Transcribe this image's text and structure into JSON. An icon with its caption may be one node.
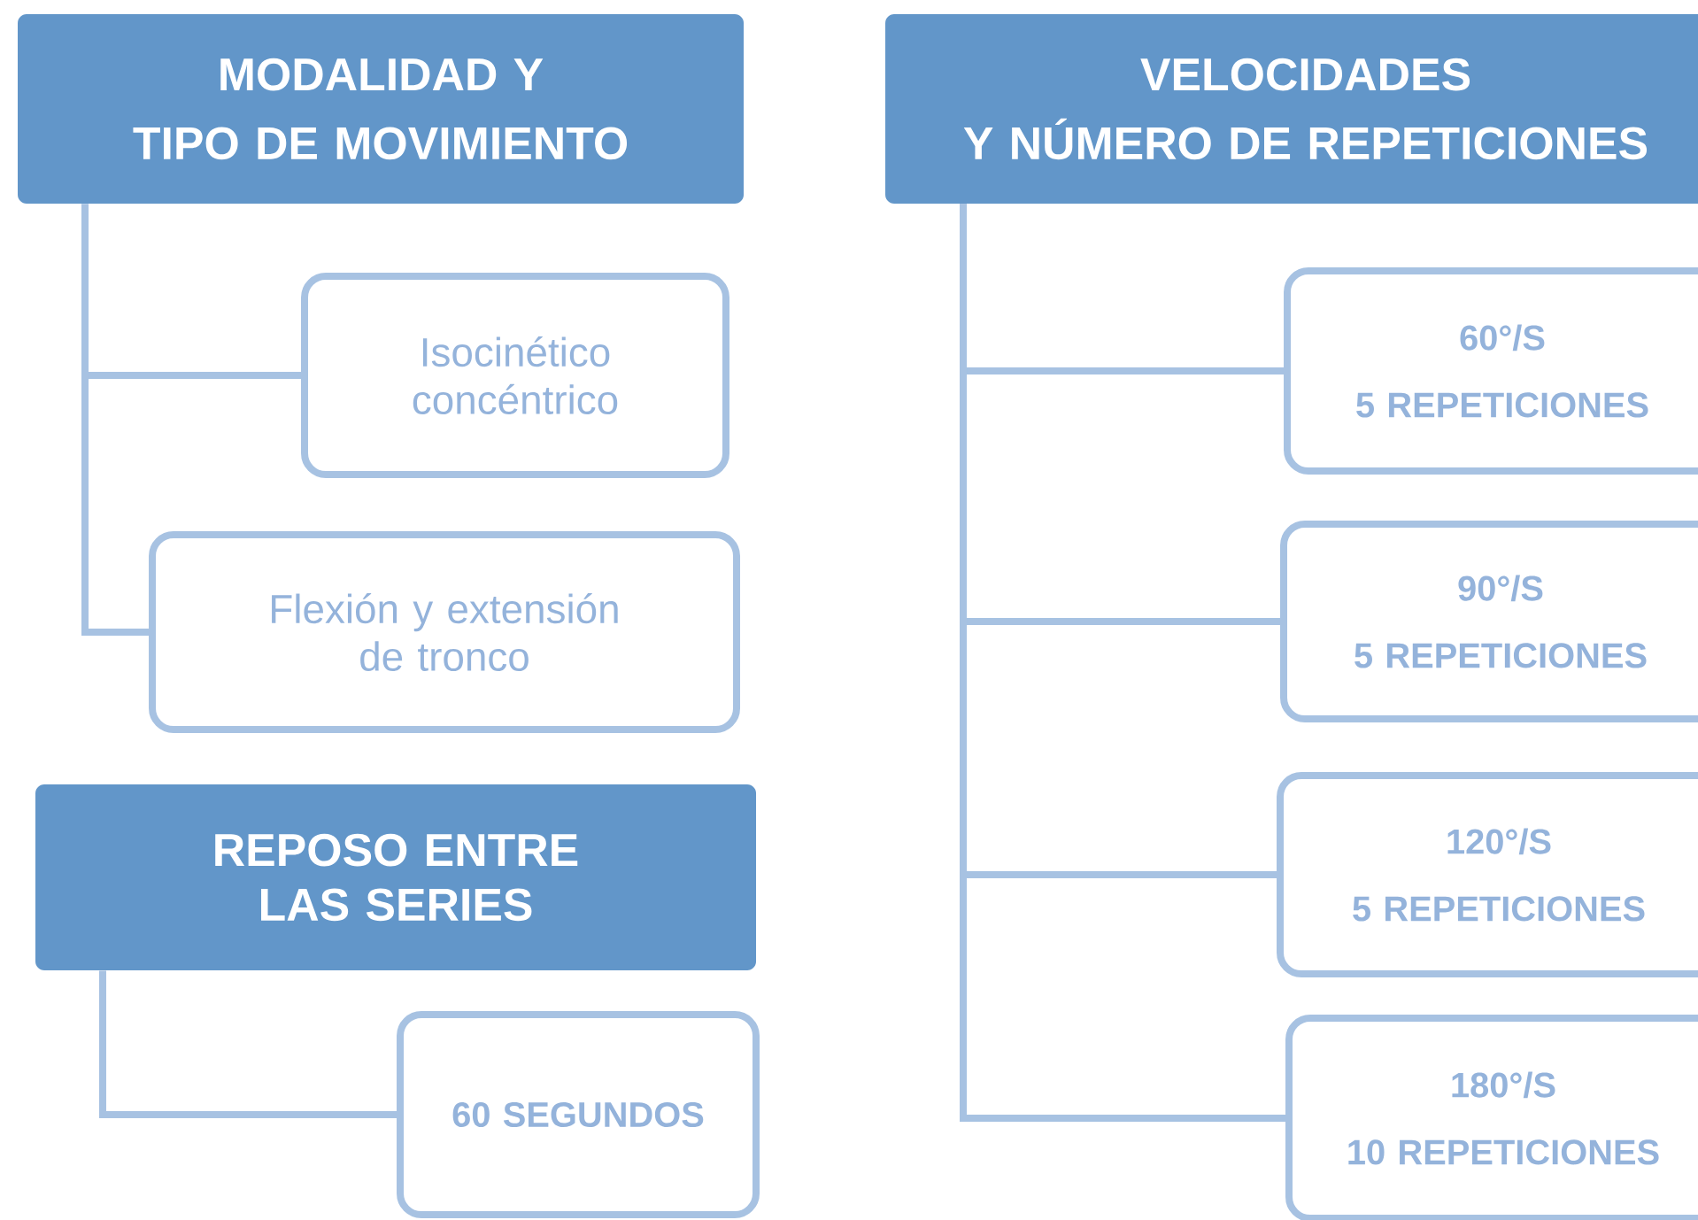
{
  "diagram": {
    "nodes": [
      {
        "text": [
          "MODALIDAD Y",
          "TIPO DE MOVIMIENTO"
        ]
      },
      {
        "text": [
          "Isocinético concéntrico"
        ]
      },
      {
        "text": [
          "Flexión y extensión de tronco"
        ]
      },
      {
        "text": [
          "REPOSO ENTRE LAS SERIES"
        ]
      },
      {
        "text": [
          "60 SEGUNDOS"
        ]
      },
      {
        "text": [
          "VELOCIDADES",
          "Y NÚMERO DE REPETICIONES"
        ]
      },
      {
        "text": [
          "60°/S",
          "5 REPETICIONES"
        ]
      },
      {
        "text": [
          "90°/S",
          "5 REPETICIONES"
        ]
      },
      {
        "text": [
          "120°/S",
          "5 REPETICIONES"
        ]
      },
      {
        "text": [
          "180°/S",
          "10 REPETICIONES"
        ]
      }
    ],
    "edges": [
      {
        "from": 0,
        "to": 1,
        "arrow": "none"
      },
      {
        "from": 0,
        "to": 2,
        "arrow": "none"
      },
      {
        "from": 3,
        "to": 4,
        "arrow": "none"
      },
      {
        "from": 5,
        "to": 6,
        "arrow": "none"
      },
      {
        "from": 5,
        "to": 7,
        "arrow": "none"
      },
      {
        "from": 5,
        "to": 8,
        "arrow": "none"
      },
      {
        "from": 5,
        "to": 9,
        "arrow": "none"
      }
    ]
  }
}
